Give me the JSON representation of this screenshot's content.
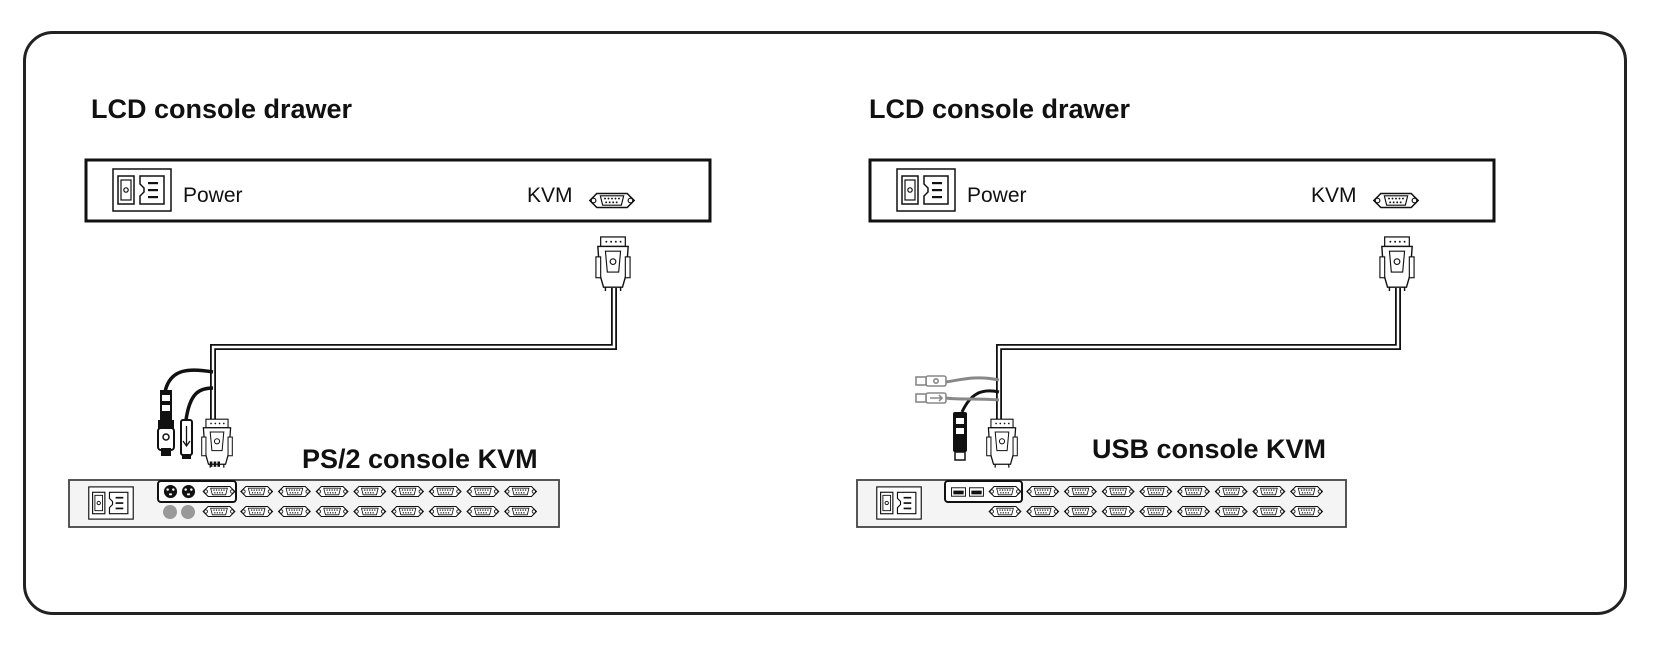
{
  "left_panel": {
    "drawer_title": "LCD console drawer",
    "power_label": "Power",
    "kvm_label": "KVM",
    "switch_title": "PS/2 console KVM",
    "console_type": "ps2"
  },
  "right_panel": {
    "drawer_title": "LCD console drawer",
    "power_label": "Power",
    "kvm_label": "KVM",
    "switch_title": "USB console KVM",
    "console_type": "usb"
  },
  "colors": {
    "stroke": "#111111",
    "panel_fill": "#ffffff",
    "switch_fill": "#f2f2f2"
  }
}
